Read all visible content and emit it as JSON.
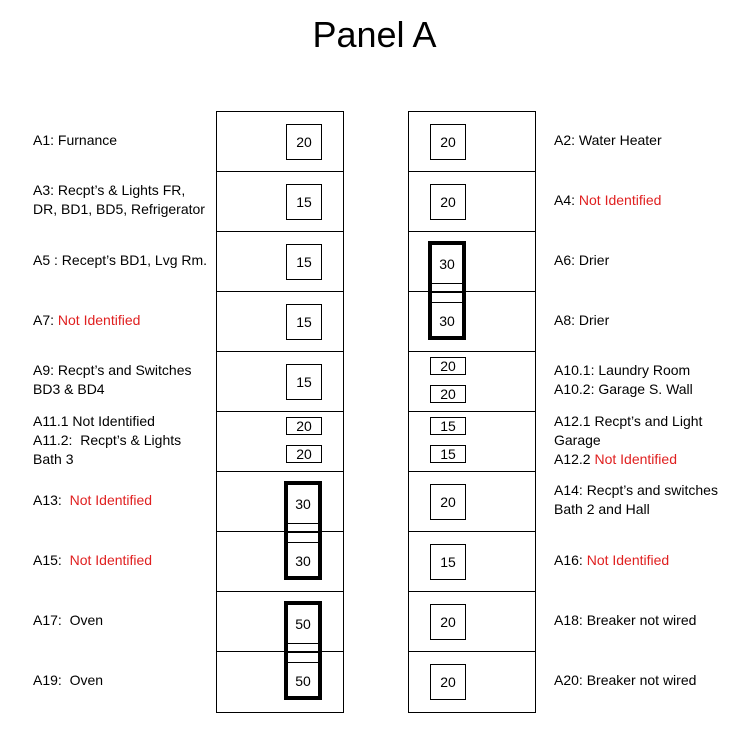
{
  "title": "Panel A",
  "colors": {
    "unidentified": "#e02020"
  },
  "left_column": {
    "breakers": [
      {
        "rating": "20"
      },
      {
        "rating": "15"
      },
      {
        "rating": "15"
      },
      {
        "rating": "15"
      },
      {
        "rating": "15"
      },
      {
        "tandem": [
          "20",
          "20"
        ]
      },
      {
        "double_pole_top": "30"
      },
      {
        "double_pole_bottom": "30"
      },
      {
        "double_pole_top": "50"
      },
      {
        "double_pole_bottom": "50"
      }
    ],
    "labels": [
      {
        "lines": [
          "A1: Furnance"
        ]
      },
      {
        "lines": [
          "A3: Recpt’s & Lights FR,",
          "DR, BD1, BD5, Refrigerator"
        ]
      },
      {
        "lines": [
          "A5  : Recept’s BD1, Lvg Rm."
        ]
      },
      {
        "prefix": "A7: ",
        "red": "Not Identified"
      },
      {
        "lines": [
          "A9: Recpt’s and Switches",
          "BD3 & BD4"
        ]
      },
      {
        "l1": "A11.1 Not Identified",
        "l2": "A11.2:  Recpt’s & Lights",
        "l3": "Bath 3"
      },
      {
        "prefix": "A13:  ",
        "red": "Not Identified"
      },
      {
        "prefix": "A15:  ",
        "red": "Not Identified"
      },
      {
        "lines": [
          "A17:  Oven"
        ]
      },
      {
        "lines": [
          "A19:  Oven"
        ]
      }
    ]
  },
  "right_column": {
    "breakers": [
      {
        "rating": "20"
      },
      {
        "rating": "20"
      },
      {
        "double_pole_top": "30"
      },
      {
        "double_pole_bottom": "30"
      },
      {
        "tandem": [
          "20",
          "20"
        ]
      },
      {
        "tandem": [
          "15",
          "15"
        ]
      },
      {
        "rating": "20"
      },
      {
        "rating": "15"
      },
      {
        "rating": "20"
      },
      {
        "rating": "20"
      }
    ],
    "labels": [
      {
        "lines": [
          "A2: Water Heater"
        ]
      },
      {
        "prefix": "A4: ",
        "red": "Not Identified"
      },
      {
        "lines": [
          "A6: Drier"
        ]
      },
      {
        "lines": [
          "A8: Drier"
        ]
      },
      {
        "lines": [
          "A10.1: Laundry Room",
          "A10.2: Garage S. Wall"
        ]
      },
      {
        "l1": "A12.1 Recpt’s and Light",
        "l2": "Garage",
        "l3prefix": "A12.2 ",
        "l3red": "Not Identified"
      },
      {
        "lines": [
          "A14: Recpt’s and switches",
          "Bath 2 and Hall"
        ]
      },
      {
        "prefix": "A16: ",
        "red": "Not Identified"
      },
      {
        "lines": [
          "A18: Breaker not wired"
        ]
      },
      {
        "lines": [
          "A20: Breaker not wired"
        ]
      }
    ]
  }
}
